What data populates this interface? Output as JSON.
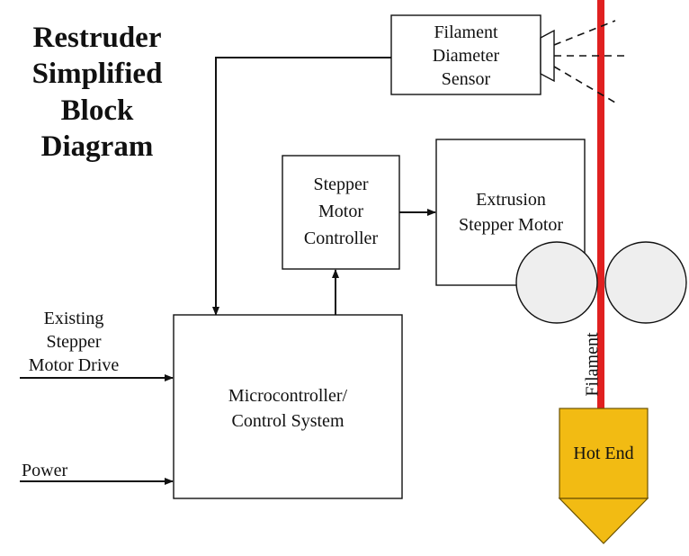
{
  "title": [
    "Restruder",
    "Simplified",
    "Block",
    "Diagram"
  ],
  "blocks": {
    "sensor": [
      "Filament",
      "Diameter",
      "Sensor"
    ],
    "stepper_controller": [
      "Stepper",
      "Motor",
      "Controller"
    ],
    "extrusion_motor": [
      "Extrusion",
      "Stepper Motor"
    ],
    "microcontroller": [
      "Microcontroller/",
      "Control System"
    ],
    "hot_end": "Hot End"
  },
  "inputs": {
    "existing_drive": [
      "Existing",
      "Stepper",
      "Motor Drive"
    ],
    "power": "Power"
  },
  "filament_label": "Filament",
  "colors": {
    "filament": "#e02020",
    "hot_end": "#f2bb13",
    "roller_fill": "#eeeeee",
    "line": "#111111"
  }
}
